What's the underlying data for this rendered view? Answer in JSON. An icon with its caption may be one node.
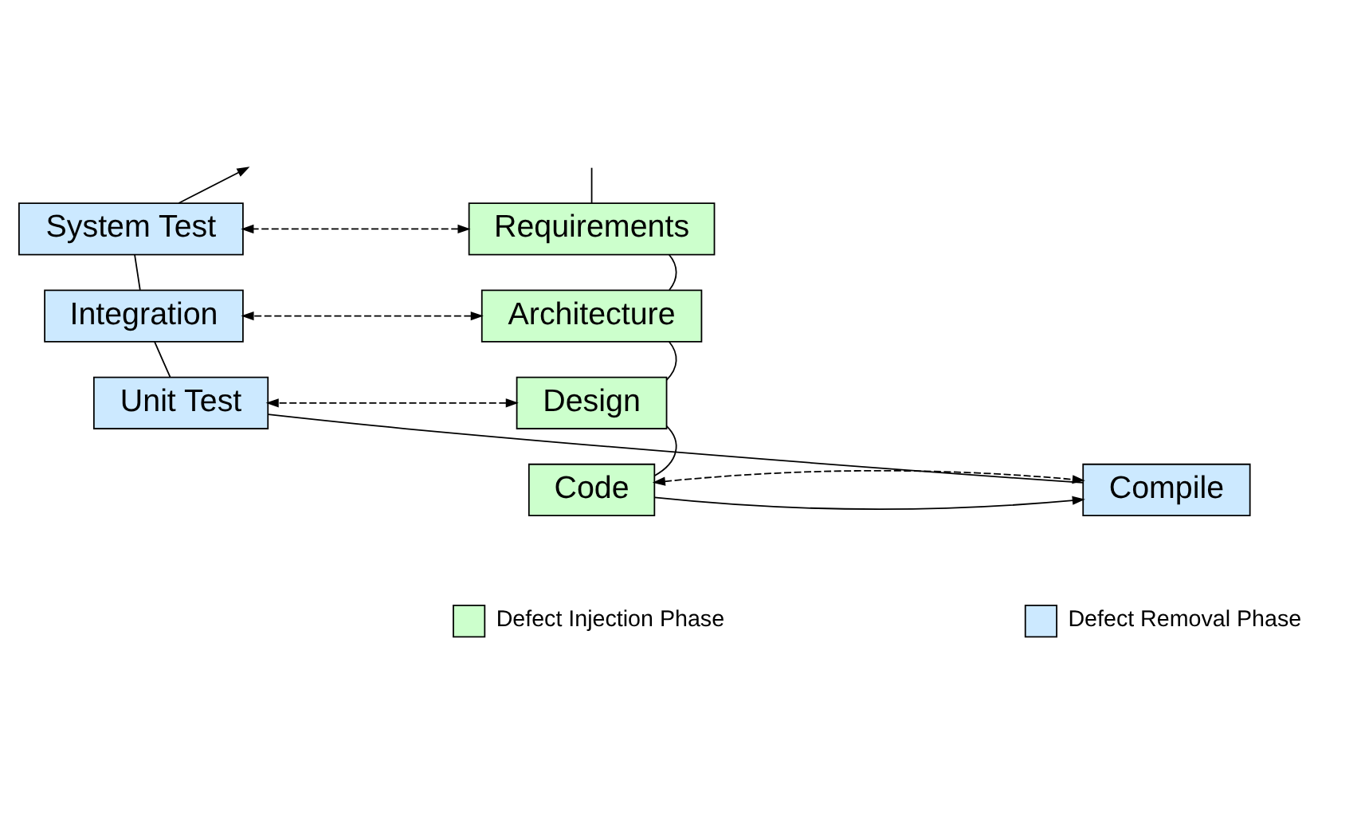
{
  "diagram": {
    "nodes": [
      {
        "text": [
          "Requirements"
        ]
      },
      {
        "text": [
          "System Test"
        ]
      },
      {
        "text": [
          "Architecture"
        ]
      },
      {
        "text": [
          "Integration"
        ]
      },
      {
        "text": [
          "Design"
        ]
      },
      {
        "text": [
          "Unit Test"
        ]
      },
      {
        "text": [
          "Code"
        ]
      },
      {
        "text": [
          "Compile"
        ]
      }
    ],
    "edges": [
      {
        "from": null,
        "to": 0,
        "arrow": "none"
      },
      {
        "from": 0,
        "to": 2,
        "arrow": "none"
      },
      {
        "from": 2,
        "to": 4,
        "arrow": "none"
      },
      {
        "from": 4,
        "to": 6,
        "arrow": "none"
      },
      {
        "from": 6,
        "to": 7,
        "arrow": "to"
      },
      {
        "from": 7,
        "to": 5,
        "arrow": "none"
      },
      {
        "from": 5,
        "to": 3,
        "arrow": "none"
      },
      {
        "from": 3,
        "to": 1,
        "arrow": "none"
      },
      {
        "from": 1,
        "to": null,
        "arrow": "to"
      },
      {
        "from": 0,
        "to": 1,
        "arrow": "both",
        "style": "dashed"
      },
      {
        "from": 2,
        "to": 3,
        "arrow": "both",
        "style": "dashed"
      },
      {
        "from": 4,
        "to": 5,
        "arrow": "both",
        "style": "dashed"
      },
      {
        "from": 6,
        "to": 7,
        "arrow": "both",
        "style": "dashed"
      }
    ],
    "legend": [
      {
        "text": "Defect Injection Phase",
        "color": "#ccffcc"
      },
      {
        "text": "Defect Removal Phase",
        "color": "#cce9ff"
      }
    ]
  }
}
